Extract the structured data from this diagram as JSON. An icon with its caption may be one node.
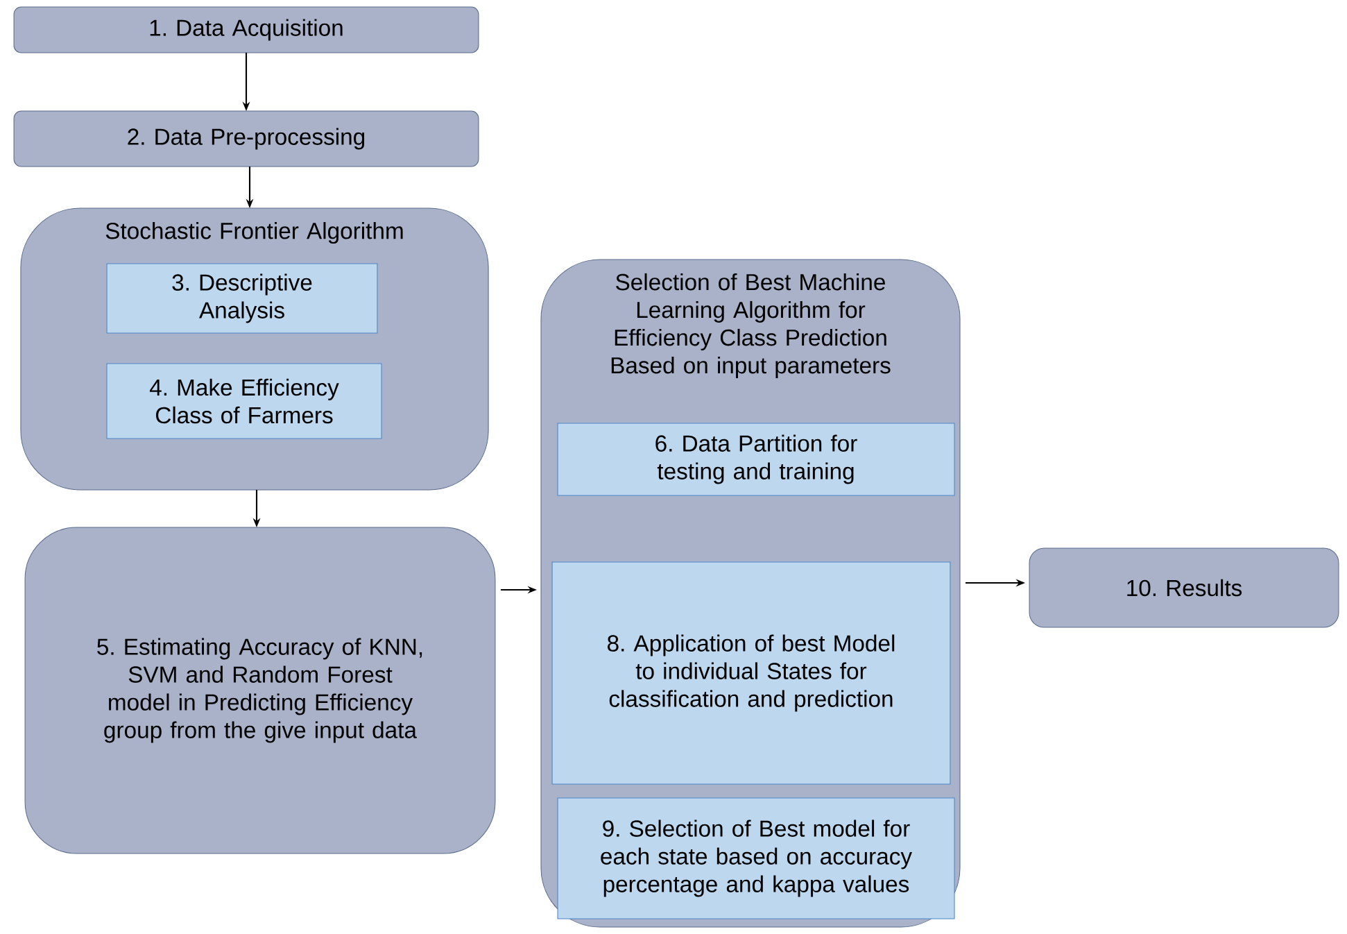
{
  "diagram": {
    "nodes": [
      {
        "text": [
          "1. Data Acquisition"
        ]
      },
      {
        "text": [
          "2. Data Pre-processing"
        ]
      },
      {
        "text": [
          "Stochastic Frontier Algorithm"
        ]
      },
      {
        "text": [
          "3. Descriptive Analysis"
        ],
        "in": 2
      },
      {
        "text": [
          "4. Make Efficiency Class of Farmers"
        ],
        "in": 2
      },
      {
        "text": [
          "5. Estimating Accuracy of KNN, SVM and Random Forest model in Predicting Efficiency group from the give input data"
        ]
      },
      {
        "text": [
          "Selection of Best Machine Learning Algorithm for Efficiency Class Prediction Based on input parameters"
        ]
      },
      {
        "text": [
          "6. Data Partition for testing and training"
        ],
        "in": 6
      },
      {
        "text": [
          "8. Application of best Model to individual States for classification and prediction"
        ],
        "in": 6
      },
      {
        "text": [
          "9. Selection of Best model for each state based on accuracy percentage and kappa values"
        ],
        "in": 6
      },
      {
        "text": [
          "10. Results"
        ]
      }
    ],
    "edges": [
      {
        "from": 0,
        "to": 1,
        "arrow": "to"
      },
      {
        "from": 1,
        "to": 2,
        "arrow": "to"
      },
      {
        "from": 2,
        "to": 5,
        "arrow": "to"
      },
      {
        "from": 5,
        "to": 6,
        "arrow": "to"
      },
      {
        "from": 6,
        "to": 10,
        "arrow": "to"
      }
    ]
  }
}
